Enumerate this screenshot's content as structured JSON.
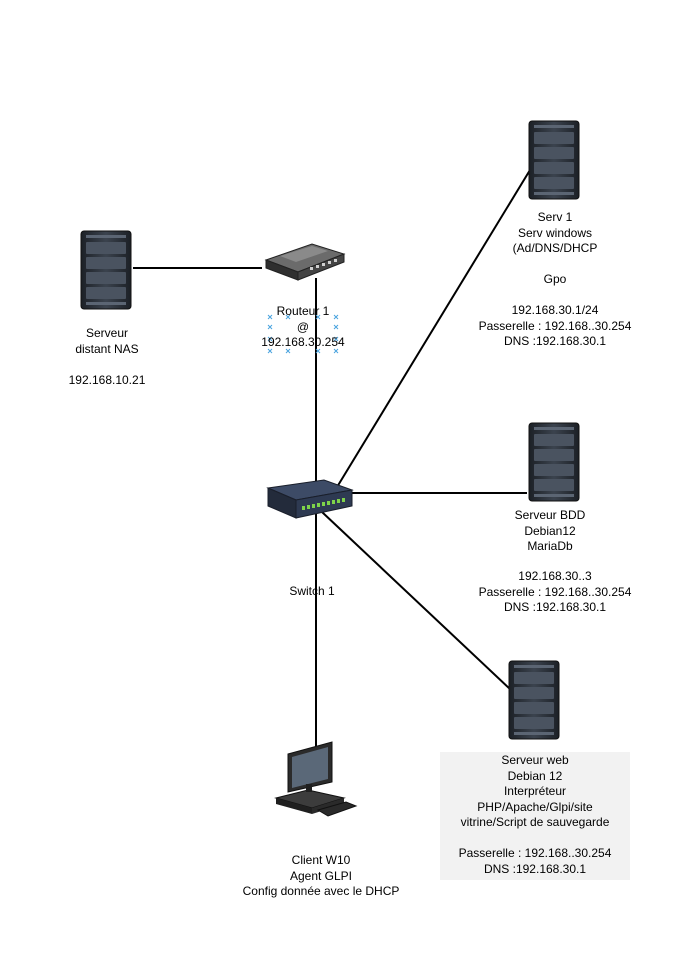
{
  "colors": {
    "line": "#000000",
    "server_body": "#2a2f36",
    "server_panel": "#4a5360",
    "router_body": "#3a3a3a",
    "switch_body": "#2e3a52",
    "switch_ports": "#7fd34a",
    "label_box": "#f2f2f2",
    "selection_marks": "#4aa3df"
  },
  "nodes": {
    "nas": {
      "icon": "server-tower-icon",
      "lines": [
        "Serveur",
        "distant NAS",
        "",
        "192.168.10.21"
      ]
    },
    "router": {
      "icon": "router-icon",
      "lines": [
        "Routeur 1",
        "@",
        "192.168.30.254"
      ]
    },
    "switch": {
      "icon": "network-switch-icon",
      "lines": [
        "Switch 1"
      ]
    },
    "serv1": {
      "icon": "server-tower-icon",
      "lines": [
        "Serv  1",
        "Serv windows",
        "(Ad/DNS/DHCP",
        "",
        "Gpo",
        "",
        "192.168.30.1/24",
        "Passerelle : 192.168..30.254",
        "DNS :192.168.30.1"
      ]
    },
    "bdd": {
      "icon": "server-tower-icon",
      "lines": [
        "Serveur BDD",
        "Debian12",
        "MariaDb"
      ]
    },
    "bdd_net": {
      "lines": [
        "192.168.30..3",
        "Passerelle : 192.168..30.254",
        "DNS :192.168.30.1"
      ]
    },
    "web": {
      "icon": "server-tower-icon",
      "lines": [
        "Serveur web",
        "Debian 12",
        "Interpréteur",
        "PHP/Apache/Glpi/site",
        "vitrine/Script de sauvegarde",
        "",
        "Passerelle : 192.168..30.254",
        "DNS :192.168.30.1"
      ]
    },
    "client": {
      "icon": "desktop-computer-icon",
      "lines": [
        "Client W10",
        "Agent GLPI",
        "Config donnée avec le DHCP"
      ]
    }
  }
}
